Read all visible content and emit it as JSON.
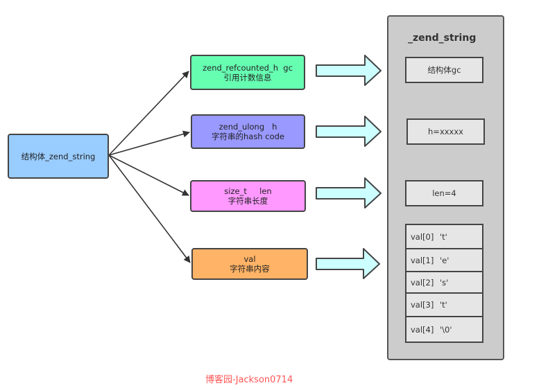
{
  "root": {
    "label": "结构体_zend_string"
  },
  "fields": [
    {
      "line1": "zend_refcounted_h  gc",
      "line2": "引用计数信息",
      "color": "#66ffb2"
    },
    {
      "line1": "zend_ulong   h",
      "line2": "字符串的hash code",
      "color": "#9999ff"
    },
    {
      "line1": "size_t     len",
      "line2": "字符串长度",
      "color": "#ff99ff"
    },
    {
      "line1": "val",
      "line2": "字符串内容",
      "color": "#ffb366"
    }
  ],
  "struct": {
    "title": "_zend_string",
    "gc": "结构体gc",
    "h": "h=xxxxx",
    "len": "len=4",
    "val": [
      {
        "index": "val[0]",
        "char": "'t'"
      },
      {
        "index": "val[1]",
        "char": "'e'"
      },
      {
        "index": "val[2]",
        "char": "'s'"
      },
      {
        "index": "val[3]",
        "char": "'t'"
      },
      {
        "index": "val[4]",
        "char": "'\\0'"
      }
    ]
  },
  "watermark": "博客园-Jackson0714",
  "colors": {
    "root": "#99ccff",
    "panel": "#cccccc",
    "cell": "#e6e6e6",
    "block_arrow": "#ccffff",
    "watermark": "#ff5555"
  }
}
